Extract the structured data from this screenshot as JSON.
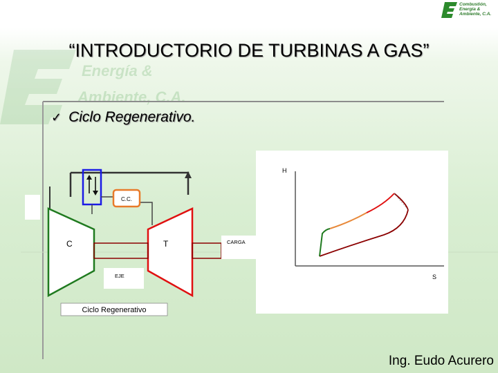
{
  "slide": {
    "title": "“INTRODUCTORIO DE TURBINAS A GAS”",
    "bullet": "Ciclo Regenerativo.",
    "footer": "Ing. Eudo Acurero"
  },
  "logo": {
    "line1": "Combustión,",
    "line2": "Energía &",
    "line3": "Ambiente, C.A.",
    "watermark_line1": "Energía &",
    "watermark_line2": "Ambiente, C.A."
  },
  "diagram": {
    "compressor_label": "C",
    "turbine_label": "T",
    "combustor_label": "C.C.",
    "shaft_label": "EJE",
    "load_label": "CARGA",
    "caption": "Ciclo Regenerativo"
  },
  "ts_chart": {
    "y_axis_label": "H",
    "x_axis_label": "S"
  },
  "colors": {
    "compressor": "#1f7a1f",
    "turbine": "#e01010",
    "combustor": "#e87a2a",
    "regenerator": "#1a1ae6",
    "text": "#000000"
  }
}
